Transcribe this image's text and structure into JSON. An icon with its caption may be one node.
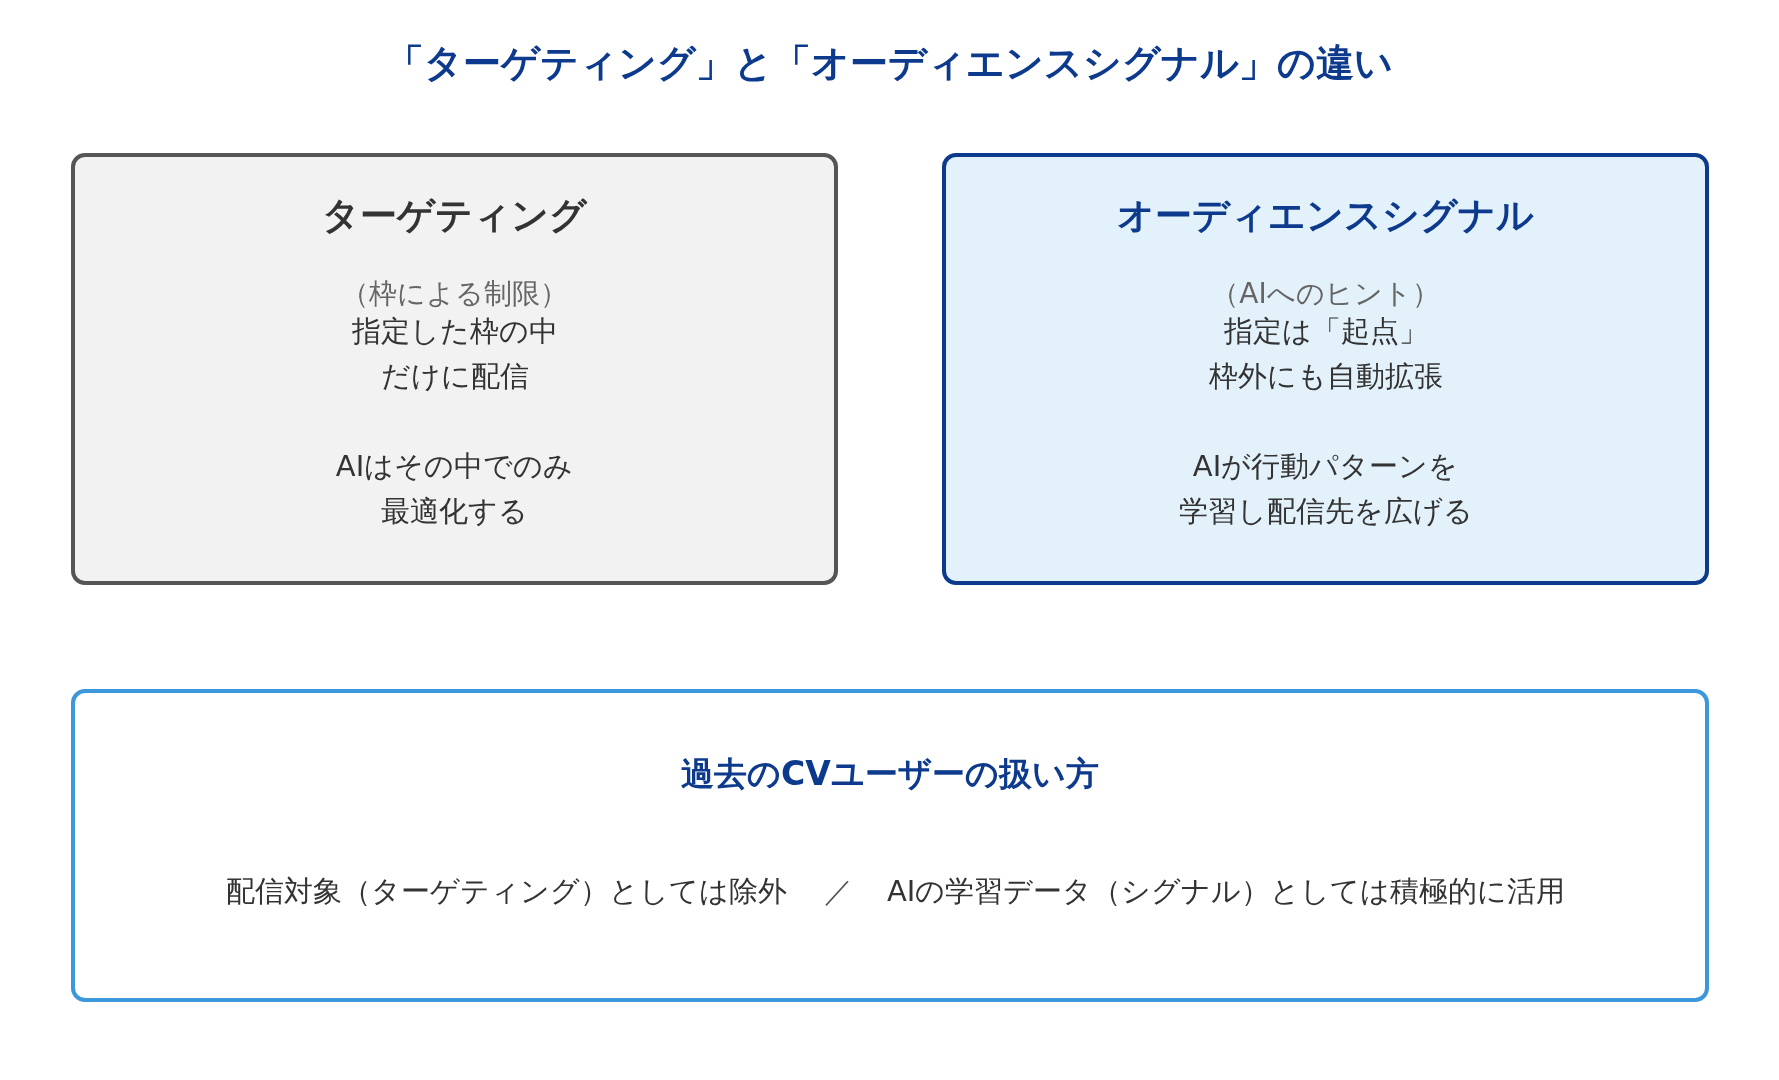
{
  "diagram": {
    "title": "「ターゲティング」と「オーディエンスシグナル」の違い",
    "nodes": [
      {
        "text": [
          "ターゲティング",
          "（枠による制限）",
          "指定した枠の中だけに配信",
          "AIはその中でのみ最適化する"
        ]
      },
      {
        "text": [
          "オーディエンスシグナル",
          "（AIへのヒント）",
          "指定は「起点」枠外にも自動拡張",
          "AIが行動パターンを学習し配信先を広げる"
        ]
      },
      {
        "text": [
          "過去のCVユーザーの扱い方",
          "配信対象（ターゲティング）としては除外",
          "／",
          "AIの学習データ（シグナル）としては積極的に活用"
        ]
      }
    ]
  }
}
